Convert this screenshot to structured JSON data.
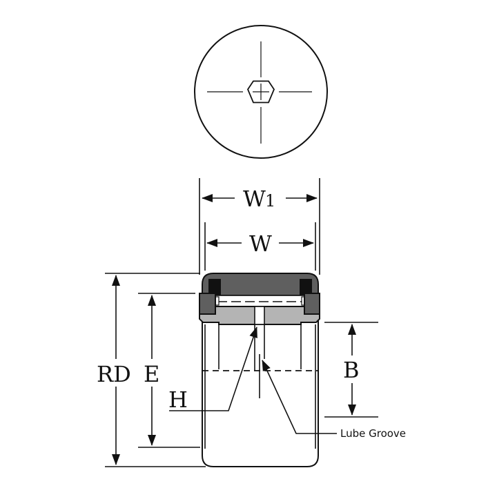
{
  "labels": {
    "w1": "W",
    "w1_sub": "1",
    "w": "W",
    "rd": "RD",
    "e": "E",
    "h": "H",
    "b": "B",
    "lube_groove": "Lube Groove"
  },
  "colors": {
    "shell": "#5f5f5f",
    "seal": "#111111",
    "ring": "#b4b4b4",
    "line": "#111111"
  }
}
